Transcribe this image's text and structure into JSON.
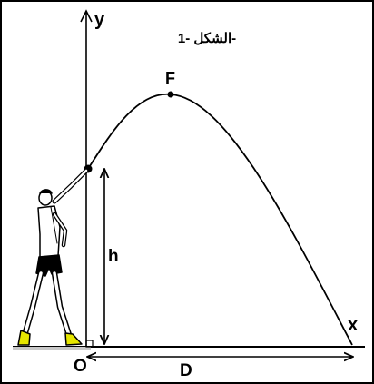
{
  "figure": {
    "caption": "الشكل -1-",
    "axes": {
      "origin_label": "O",
      "y_label": "y",
      "x_label": "x"
    },
    "apex_label": "F",
    "height_label": "h",
    "distance_label": "D"
  },
  "colors": {
    "ink": "#000000",
    "background": "#ffffff",
    "ground": "#c8c8c8",
    "shoes": "#e6e600"
  },
  "icons": {
    "athlete": "javelin-thrower-icon",
    "ball": "ball-icon"
  }
}
